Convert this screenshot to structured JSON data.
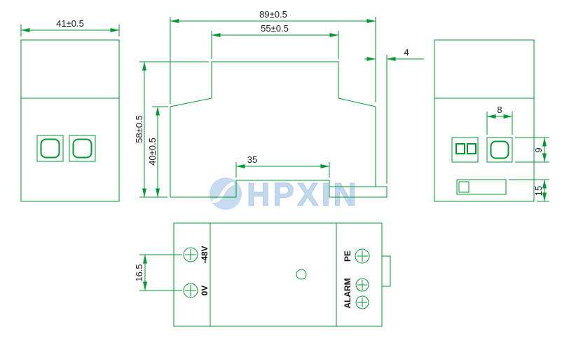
{
  "views": {
    "front": {
      "dims": {
        "width": "41±0.5"
      }
    },
    "side": {
      "dims": {
        "overall_width": "89±0.5",
        "top_width": "55±0.5",
        "total_height": "58±0.5",
        "body_height": "40±0.5",
        "rail_slot_width": "35",
        "tab_depth": "4"
      }
    },
    "rear": {
      "dims": {
        "button_width": "8",
        "button_height": "9",
        "rail_area_height": "15"
      }
    },
    "bottom": {
      "dims": {
        "terminal_pitch": "16.5"
      },
      "terminals": {
        "minus48v": "-48V",
        "zero_v": "0V",
        "pe": "PE",
        "alarm": "ALARM"
      }
    },
    "watermark": {
      "text": "HPXIN"
    },
    "colors": {
      "line": "#009933",
      "dim_text": "#1c1c1c",
      "watermark": "#b3cfea"
    }
  }
}
